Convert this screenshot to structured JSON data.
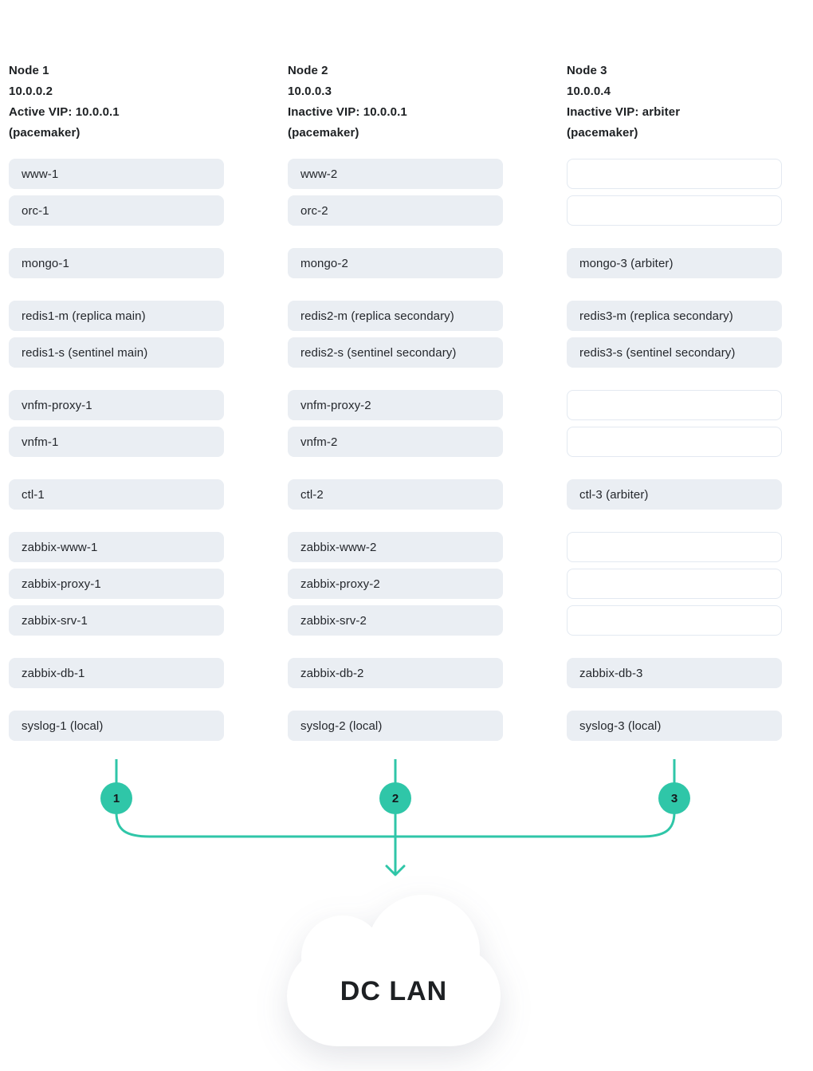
{
  "colors": {
    "accent_teal": "#2fc6a8",
    "box_fill": "#eaeef3",
    "empty_box_border": "#e3e9f1",
    "text_dark": "#1d2023",
    "background": "#ffffff"
  },
  "nodes": [
    {
      "marker": "1",
      "header": {
        "title": "Node 1",
        "ip": "10.0.0.2",
        "vip": "Active VIP: 10.0.0.1",
        "note": "(pacemaker)"
      },
      "groups": [
        {
          "boxes": [
            {
              "label": "www-1",
              "empty": false
            },
            {
              "label": "orc-1",
              "empty": false
            }
          ]
        },
        {
          "boxes": [
            {
              "label": "mongo-1",
              "empty": false
            }
          ]
        },
        {
          "boxes": [
            {
              "label": "redis1-m (replica main)",
              "empty": false
            },
            {
              "label": "redis1-s (sentinel main)",
              "empty": false
            }
          ]
        },
        {
          "boxes": [
            {
              "label": "vnfm-proxy-1",
              "empty": false
            },
            {
              "label": "vnfm-1",
              "empty": false
            }
          ]
        },
        {
          "boxes": [
            {
              "label": "ctl-1",
              "empty": false
            }
          ]
        },
        {
          "boxes": [
            {
              "label": "zabbix-www-1",
              "empty": false
            },
            {
              "label": "zabbix-proxy-1",
              "empty": false
            },
            {
              "label": "zabbix-srv-1",
              "empty": false
            }
          ]
        },
        {
          "boxes": [
            {
              "label": "zabbix-db-1",
              "empty": false
            }
          ]
        },
        {
          "boxes": [
            {
              "label": "syslog-1 (local)",
              "empty": false
            }
          ]
        }
      ]
    },
    {
      "marker": "2",
      "header": {
        "title": "Node 2",
        "ip": "10.0.0.3",
        "vip": "Inactive VIP: 10.0.0.1",
        "note": "(pacemaker)"
      },
      "groups": [
        {
          "boxes": [
            {
              "label": "www-2",
              "empty": false
            },
            {
              "label": "orc-2",
              "empty": false
            }
          ]
        },
        {
          "boxes": [
            {
              "label": "mongo-2",
              "empty": false
            }
          ]
        },
        {
          "boxes": [
            {
              "label": "redis2-m (replica secondary)",
              "empty": false
            },
            {
              "label": "redis2-s (sentinel secondary)",
              "empty": false
            }
          ]
        },
        {
          "boxes": [
            {
              "label": "vnfm-proxy-2",
              "empty": false
            },
            {
              "label": "vnfm-2",
              "empty": false
            }
          ]
        },
        {
          "boxes": [
            {
              "label": "ctl-2",
              "empty": false
            }
          ]
        },
        {
          "boxes": [
            {
              "label": "zabbix-www-2",
              "empty": false
            },
            {
              "label": "zabbix-proxy-2",
              "empty": false
            },
            {
              "label": "zabbix-srv-2",
              "empty": false
            }
          ]
        },
        {
          "boxes": [
            {
              "label": "zabbix-db-2",
              "empty": false
            }
          ]
        },
        {
          "boxes": [
            {
              "label": "syslog-2 (local)",
              "empty": false
            }
          ]
        }
      ]
    },
    {
      "marker": "3",
      "header": {
        "title": "Node 3",
        "ip": "10.0.0.4",
        "vip": "Inactive VIP: arbiter",
        "note": "(pacemaker)"
      },
      "groups": [
        {
          "boxes": [
            {
              "label": "",
              "empty": true
            },
            {
              "label": "",
              "empty": true
            }
          ]
        },
        {
          "boxes": [
            {
              "label": "mongo-3 (arbiter)",
              "empty": false
            }
          ]
        },
        {
          "boxes": [
            {
              "label": "redis3-m (replica secondary)",
              "empty": false
            },
            {
              "label": "redis3-s (sentinel secondary)",
              "empty": false
            }
          ]
        },
        {
          "boxes": [
            {
              "label": "",
              "empty": true
            },
            {
              "label": "",
              "empty": true
            }
          ]
        },
        {
          "boxes": [
            {
              "label": "ctl-3 (arbiter)",
              "empty": false
            }
          ]
        },
        {
          "boxes": [
            {
              "label": "",
              "empty": true
            },
            {
              "label": "",
              "empty": true
            },
            {
              "label": "",
              "empty": true
            }
          ]
        },
        {
          "boxes": [
            {
              "label": "zabbix-db-3",
              "empty": false
            }
          ]
        },
        {
          "boxes": [
            {
              "label": "syslog-3 (local)",
              "empty": false
            }
          ]
        }
      ]
    }
  ],
  "cloud": {
    "label": "DC LAN"
  }
}
